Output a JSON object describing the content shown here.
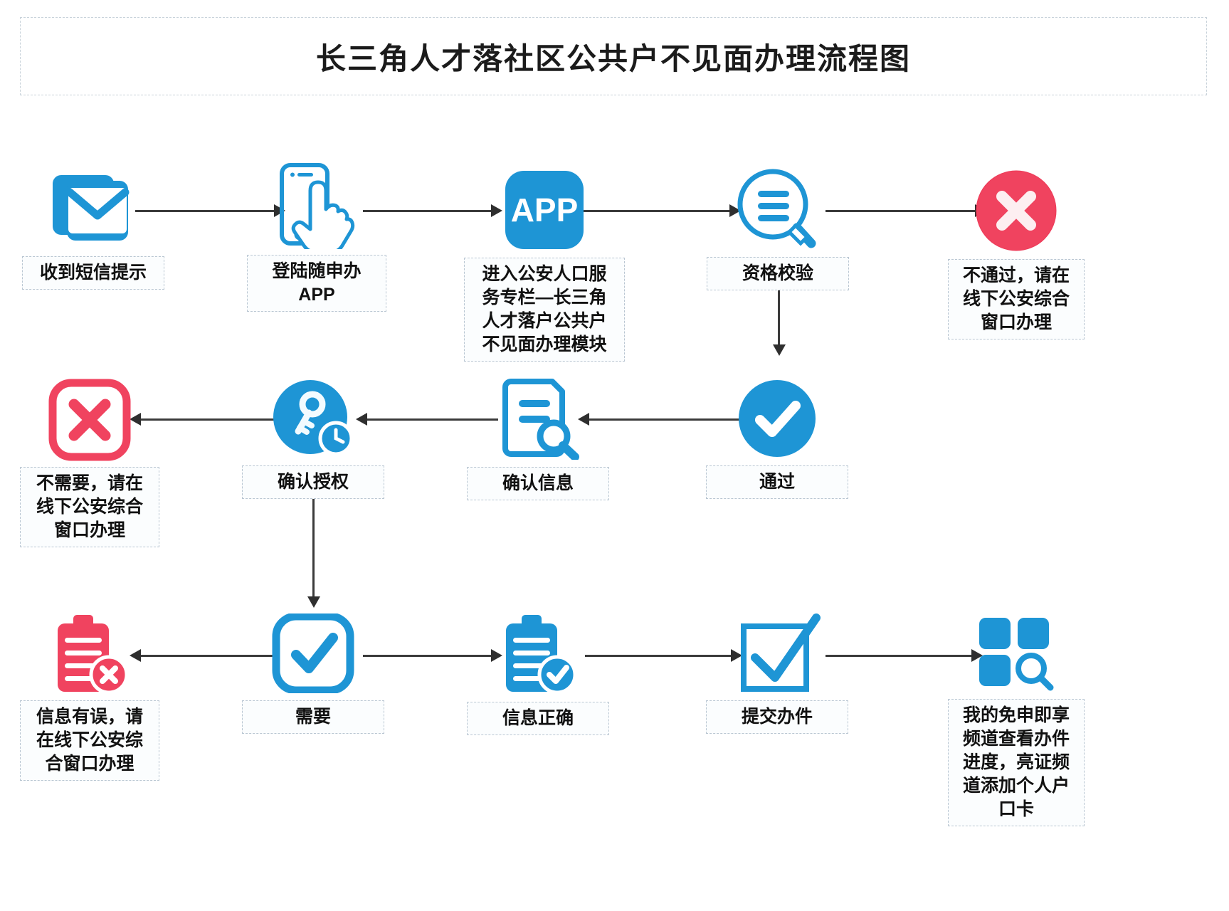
{
  "header": {
    "title": "长三角人才落社区公共户不见面办理流程图"
  },
  "colors": {
    "blue": "#1E95D5",
    "blue_dark": "#1481BE",
    "pink": "#F0435F",
    "pink_light": "#F4556E",
    "arrow": "#2f2f2f",
    "label_border": "#b9c6d2",
    "title_border": "#c8d2da",
    "text": "#111111",
    "white": "#ffffff"
  },
  "flow": {
    "rows": [
      {
        "row_id": "row-1",
        "nodes": [
          {
            "id": "sms",
            "icon": "envelope-mail-icon",
            "icon_color": "#1E95D5",
            "label": "收到短信提示"
          },
          {
            "id": "login-app",
            "icon": "phone-tap-hand-icon",
            "icon_color": "#1E95D5",
            "label": "登陆随申办\nAPP"
          },
          {
            "id": "enter-app",
            "icon": "app-square-icon",
            "icon_color": "#1E95D5",
            "icon_text": "APP",
            "label": "进入公安人口服\n务专栏—长三角\n人才落户公共户\n不见面办理模块"
          },
          {
            "id": "qualify",
            "icon": "document-magnifier-search-icon",
            "icon_color": "#1E95D5",
            "label": "资格校验"
          },
          {
            "id": "fail",
            "icon": "circle-cross-icon",
            "icon_color": "#F0435F",
            "label": "不通过，请在\n线下公安综合\n窗口办理"
          }
        ]
      },
      {
        "row_id": "row-2",
        "nodes": [
          {
            "id": "not-needed",
            "icon": "rounded-square-cross-icon",
            "icon_color": "#F0435F",
            "label": "不需要，请在\n线下公安综合\n窗口办理"
          },
          {
            "id": "authorize",
            "icon": "key-clock-icon",
            "icon_color": "#1E95D5",
            "label": "确认授权"
          },
          {
            "id": "confirm-info",
            "icon": "paper-magnifier-icon",
            "icon_color": "#1E95D5",
            "label": "确认信息"
          },
          {
            "id": "pass",
            "icon": "circle-check-filled-icon",
            "icon_color": "#1E95D5",
            "label": "通过"
          }
        ]
      },
      {
        "row_id": "row-3",
        "nodes": [
          {
            "id": "info-error",
            "icon": "clipboard-cross-icon",
            "icon_color": "#F0435F",
            "label": "信息有误，请\n在线下公安综\n合窗口办理"
          },
          {
            "id": "needed",
            "icon": "rounded-square-check-icon",
            "icon_color": "#1E95D5",
            "label": "需要"
          },
          {
            "id": "info-ok",
            "icon": "clipboard-check-icon",
            "icon_color": "#1E95D5",
            "label": "信息正确"
          },
          {
            "id": "submit",
            "icon": "square-checkmark-icon",
            "icon_color": "#1E95D5",
            "label": "提交办件"
          },
          {
            "id": "my-channel",
            "icon": "grid-search-icon",
            "icon_color": "#1E95D5",
            "label": "我的免申即享\n频道查看办件\n进度，亮证频\n道添加个人户\n口卡"
          }
        ]
      }
    ],
    "connectors": [
      {
        "id": "c1",
        "from": "sms",
        "to": "login-app",
        "direction": "right"
      },
      {
        "id": "c2",
        "from": "login-app",
        "to": "enter-app",
        "direction": "right"
      },
      {
        "id": "c3",
        "from": "enter-app",
        "to": "qualify",
        "direction": "right"
      },
      {
        "id": "c4",
        "from": "qualify",
        "to": "fail",
        "direction": "right"
      },
      {
        "id": "c5",
        "from": "qualify",
        "to": "pass",
        "direction": "down"
      },
      {
        "id": "c6",
        "from": "pass",
        "to": "confirm-info",
        "direction": "left"
      },
      {
        "id": "c7",
        "from": "confirm-info",
        "to": "authorize",
        "direction": "left"
      },
      {
        "id": "c8",
        "from": "authorize",
        "to": "not-needed",
        "direction": "left"
      },
      {
        "id": "c9",
        "from": "authorize",
        "to": "needed",
        "direction": "down"
      },
      {
        "id": "c10",
        "from": "needed",
        "to": "info-error",
        "direction": "left"
      },
      {
        "id": "c11",
        "from": "needed",
        "to": "info-ok",
        "direction": "right"
      },
      {
        "id": "c12",
        "from": "info-ok",
        "to": "submit",
        "direction": "right"
      },
      {
        "id": "c13",
        "from": "submit",
        "to": "my-channel",
        "direction": "right"
      }
    ]
  }
}
